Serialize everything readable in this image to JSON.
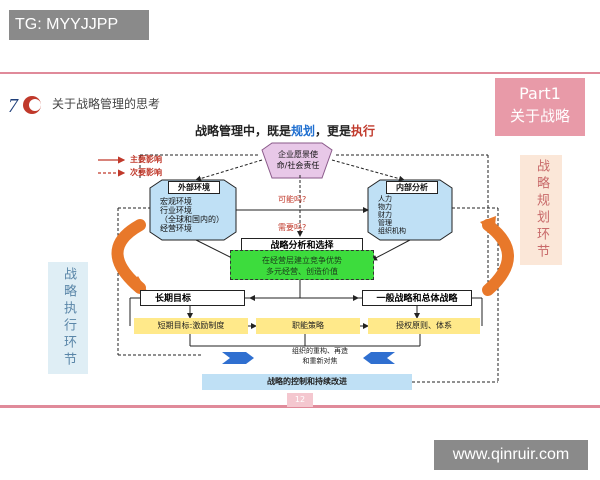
{
  "watermarks": {
    "top": "TG: MYYJJPP",
    "bottom": "www.qinruir.com"
  },
  "header": {
    "logo_text": "7C",
    "subtitle": "关于战略管理的思考"
  },
  "part_box": {
    "line1": "Part1",
    "line2": "关于战略"
  },
  "side_labels": {
    "right": "战略规划环节",
    "left": "战略执行环节"
  },
  "main_title": {
    "prefix": "战略管理中，既是",
    "plan": "规划",
    "mid": "，更是",
    "exec": "执行"
  },
  "legend": {
    "major": "主要影响",
    "minor": "次要影响"
  },
  "mission_box": {
    "line1": "企业愿景使",
    "line2": "命/社会责任"
  },
  "external_env": {
    "title": "外部环境",
    "items": [
      "宏观环境",
      "行业环境",
      "（全球和国内的）",
      "经营环境"
    ]
  },
  "internal_analysis": {
    "title": "内部分析",
    "items": [
      "人力",
      "物力",
      "财力",
      "管理",
      "组织机构"
    ]
  },
  "questions": {
    "possible": "可能吗?",
    "needed": "需要吗?"
  },
  "analysis": {
    "title": "战略分析和选择",
    "line1": "在经营层建立竞争优势",
    "line2": "多元经营、创造价值"
  },
  "long_term_goal": "长期目标",
  "general_strategy": "一般战略和总体战略",
  "yellow_items": [
    "短期目标:激励制度",
    "职能策略",
    "授权原则、体系"
  ],
  "organize": {
    "line1": "组织的重构、再造",
    "line2": "和重新对焦"
  },
  "control_bar": "战略的控制和持续改进",
  "page_number": "12",
  "colors": {
    "accent_pink": "#e89aa8",
    "arrow_orange": "#e8782a",
    "hex_blue": "#bfe0f5",
    "green": "#3ddc3d",
    "yellow": "#ffe98a"
  }
}
